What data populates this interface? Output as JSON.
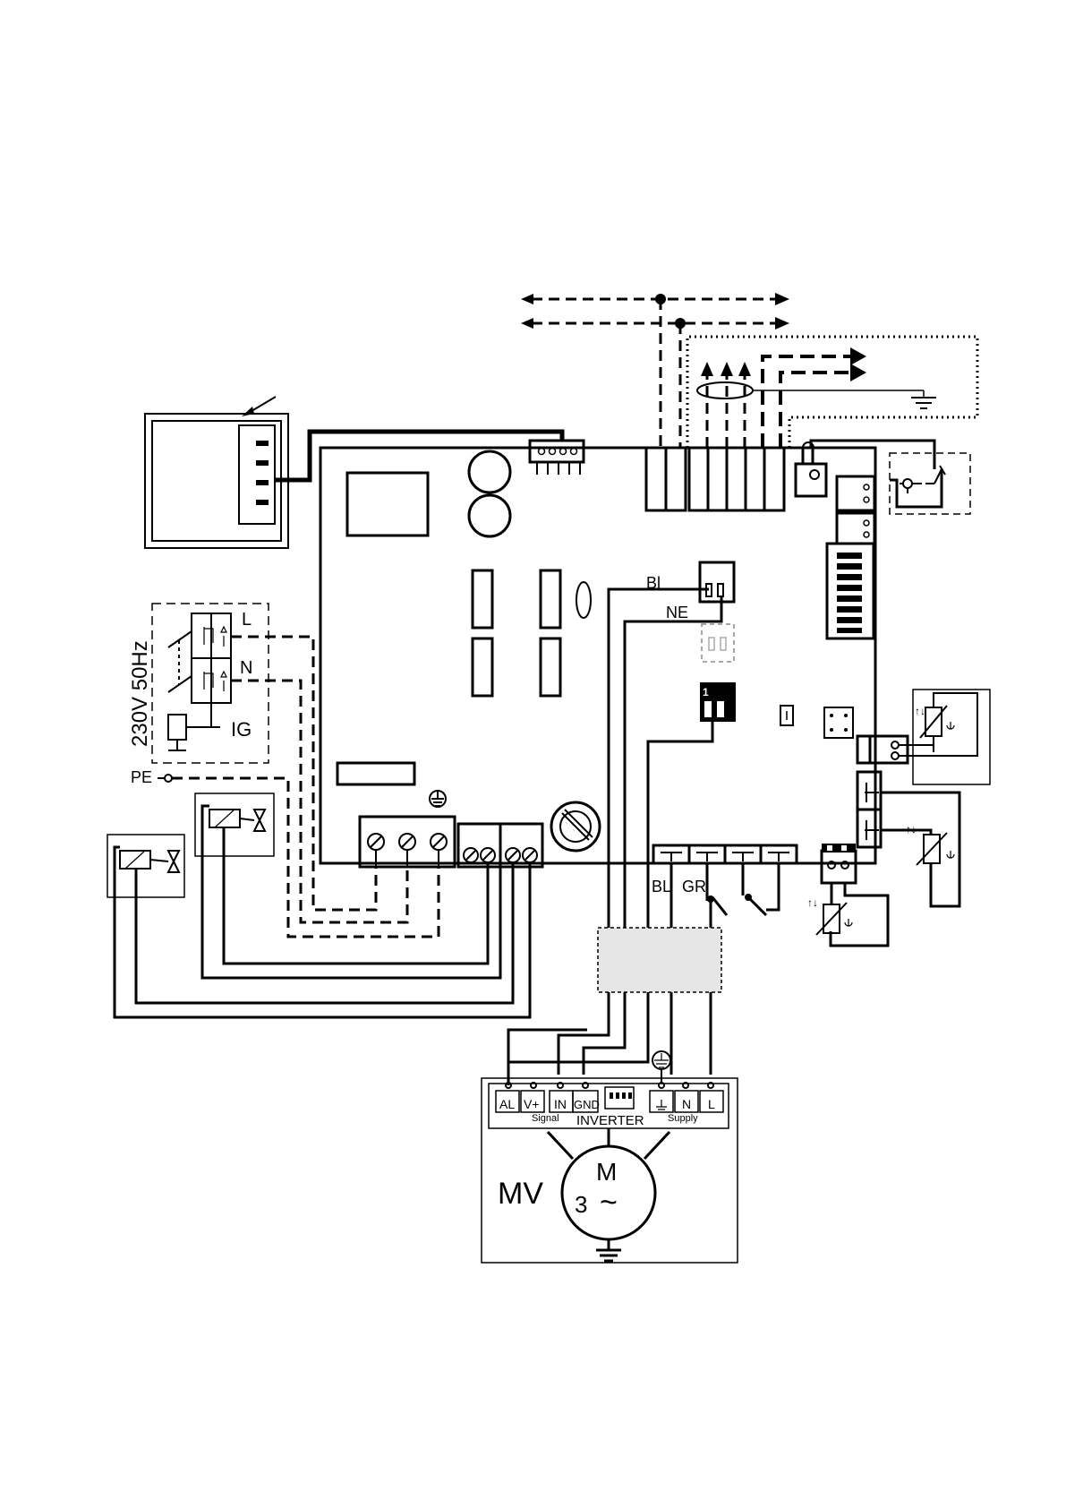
{
  "labels": {
    "supply_voltage": "230V 50Hz",
    "line": "L",
    "neutral": "N",
    "ig": "IG",
    "pe": "PE",
    "bl_top": "Bl",
    "ne": "NE",
    "bl_bottom": "BL",
    "gr": "GR",
    "jumper_one": "1"
  },
  "inverter": {
    "title": "INVERTER",
    "signal_group": "Signal",
    "supply_group": "Supply",
    "terminals": [
      "AL",
      "V+",
      "IN",
      "GND",
      "N",
      "L"
    ]
  },
  "motor": {
    "name": "MV",
    "symbol_m": "M",
    "phases": "3",
    "ac": "~"
  },
  "colors": {
    "line": "#000000",
    "background": "#ffffff",
    "shade": "#e6e6e6"
  },
  "icons": [
    "ground-icon",
    "motor-icon",
    "solenoid-valve-icon",
    "thermistor-icon",
    "pressure-switch-icon",
    "arrow-icon"
  ]
}
